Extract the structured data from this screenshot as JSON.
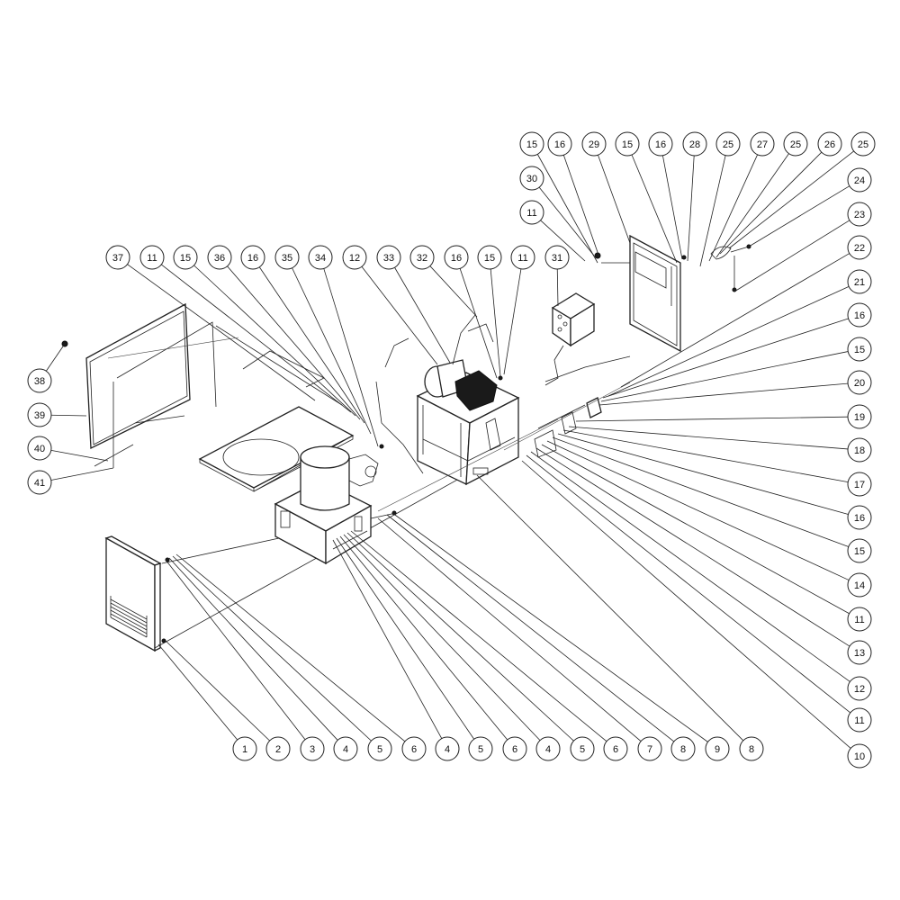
{
  "diagram": {
    "type": "exploded-parts-view",
    "colors": {
      "line": "#222222",
      "background": "#ffffff"
    },
    "callouts": [
      {
        "label": "1"
      },
      {
        "label": "2"
      },
      {
        "label": "3"
      },
      {
        "label": "4"
      },
      {
        "label": "5"
      },
      {
        "label": "6"
      },
      {
        "label": "4"
      },
      {
        "label": "5"
      },
      {
        "label": "6"
      },
      {
        "label": "4"
      },
      {
        "label": "5"
      },
      {
        "label": "6"
      },
      {
        "label": "7"
      },
      {
        "label": "8"
      },
      {
        "label": "9"
      },
      {
        "label": "8"
      },
      {
        "label": "10"
      },
      {
        "label": "11"
      },
      {
        "label": "12"
      },
      {
        "label": "13"
      },
      {
        "label": "11"
      },
      {
        "label": "14"
      },
      {
        "label": "15"
      },
      {
        "label": "16"
      },
      {
        "label": "17"
      },
      {
        "label": "18"
      },
      {
        "label": "19"
      },
      {
        "label": "20"
      },
      {
        "label": "15"
      },
      {
        "label": "16"
      },
      {
        "label": "21"
      },
      {
        "label": "22"
      },
      {
        "label": "23"
      },
      {
        "label": "24"
      },
      {
        "label": "15"
      },
      {
        "label": "16"
      },
      {
        "label": "29"
      },
      {
        "label": "15"
      },
      {
        "label": "16"
      },
      {
        "label": "28"
      },
      {
        "label": "25"
      },
      {
        "label": "27"
      },
      {
        "label": "25"
      },
      {
        "label": "26"
      },
      {
        "label": "25"
      },
      {
        "label": "30"
      },
      {
        "label": "11"
      },
      {
        "label": "37"
      },
      {
        "label": "11"
      },
      {
        "label": "15"
      },
      {
        "label": "36"
      },
      {
        "label": "16"
      },
      {
        "label": "35"
      },
      {
        "label": "34"
      },
      {
        "label": "12"
      },
      {
        "label": "33"
      },
      {
        "label": "32"
      },
      {
        "label": "16"
      },
      {
        "label": "15"
      },
      {
        "label": "11"
      },
      {
        "label": "31"
      },
      {
        "label": "38"
      },
      {
        "label": "39"
      },
      {
        "label": "40"
      },
      {
        "label": "41"
      }
    ]
  }
}
